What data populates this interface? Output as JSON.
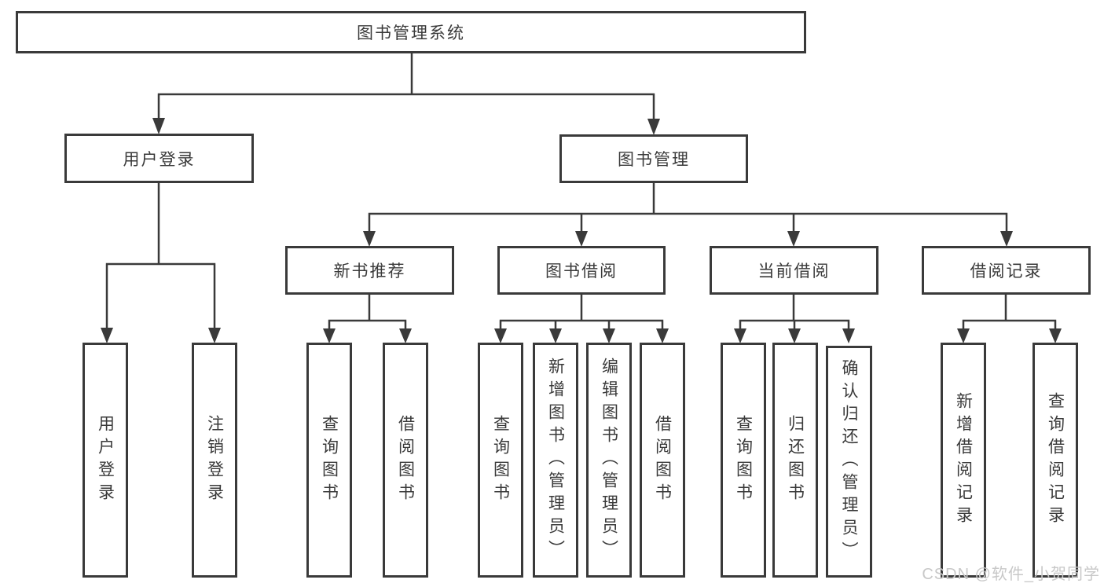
{
  "tree": {
    "label": "图书管理系统",
    "children": [
      {
        "label": "用户登录",
        "children": [
          {
            "label": "用户登录"
          },
          {
            "label": "注销登录"
          }
        ]
      },
      {
        "label": "图书管理",
        "children": [
          {
            "label": "新书推荐",
            "children": [
              {
                "label": "查询图书"
              },
              {
                "label": "借阅图书"
              }
            ]
          },
          {
            "label": "图书借阅",
            "children": [
              {
                "label": "查询图书"
              },
              {
                "label": "新增图书（管理员）"
              },
              {
                "label": "编辑图书（管理员）"
              },
              {
                "label": "借阅图书"
              }
            ]
          },
          {
            "label": "当前借阅",
            "children": [
              {
                "label": "查询图书"
              },
              {
                "label": "归还图书"
              },
              {
                "label": "确认归还（管理员）"
              }
            ]
          },
          {
            "label": "借阅记录",
            "children": [
              {
                "label": "新增借阅记录"
              },
              {
                "label": "查询借阅记录"
              }
            ]
          }
        ]
      }
    ]
  },
  "watermark": {
    "text": "CSDN @软件_小贺同学"
  },
  "colors": {
    "line": "#3a3a3a",
    "box_border": "#3a3a3a",
    "text": "#3a3a3a",
    "background": "#ffffff",
    "watermark": "#c8c8c8"
  }
}
